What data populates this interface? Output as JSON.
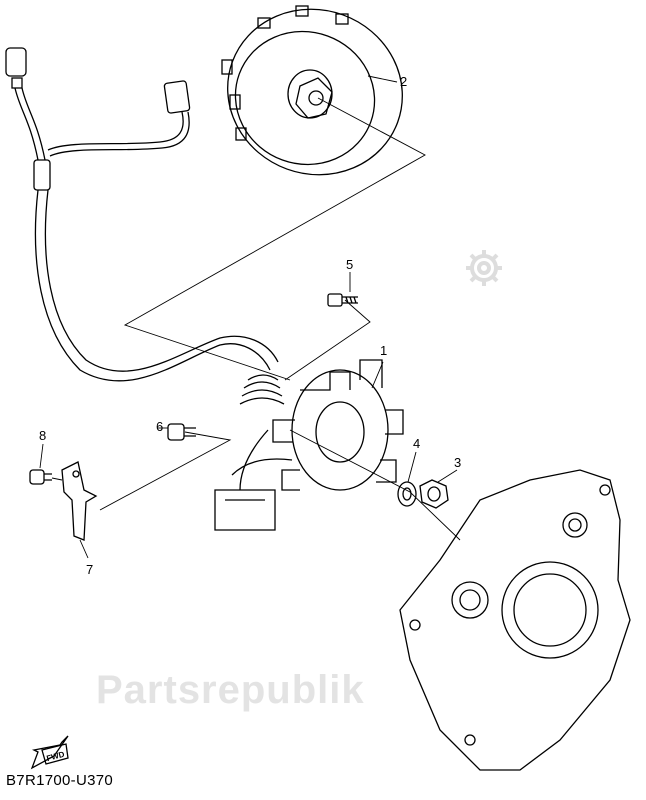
{
  "diagram": {
    "callouts": [
      {
        "id": "1",
        "label": "1"
      },
      {
        "id": "2",
        "label": "2"
      },
      {
        "id": "3",
        "label": "3"
      },
      {
        "id": "4",
        "label": "4"
      },
      {
        "id": "5",
        "label": "5"
      },
      {
        "id": "6",
        "label": "6"
      },
      {
        "id": "7",
        "label": "7"
      },
      {
        "id": "8",
        "label": "8"
      }
    ],
    "fwd_label": "FWD",
    "diagram_code": "B7R1700-U370",
    "watermark": "Partsrepublik"
  }
}
